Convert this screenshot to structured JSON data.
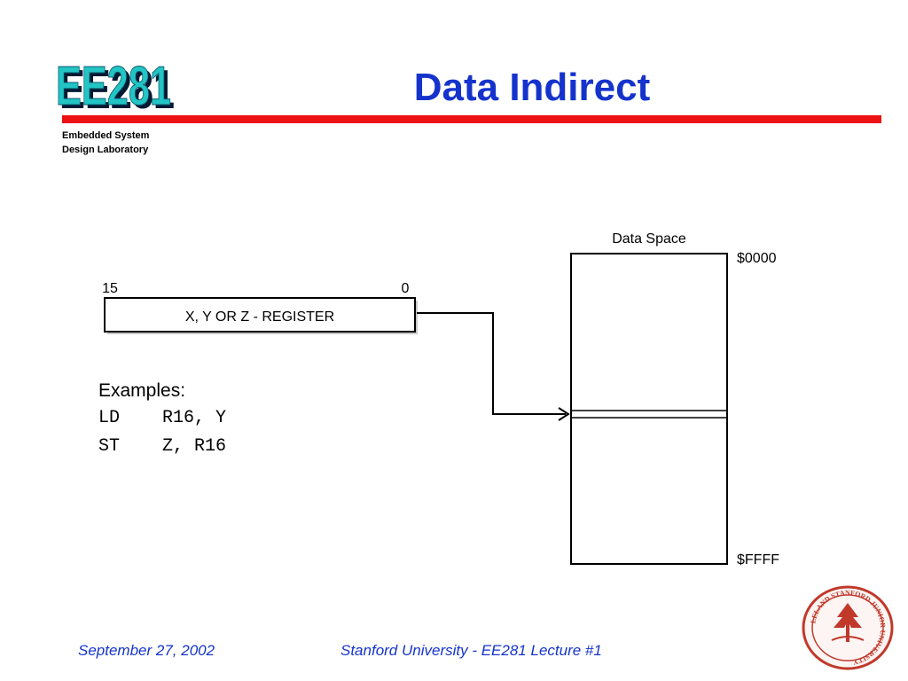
{
  "header": {
    "logo_text": "EE281",
    "lab_name_line1": "Embedded System",
    "lab_name_line2": "Design Laboratory",
    "title": "Data Indirect"
  },
  "diagram": {
    "register": {
      "high_bit": "15",
      "low_bit": "0",
      "label": "X, Y OR Z - REGISTER"
    },
    "data_space": {
      "label": "Data Space",
      "start_address": "$0000",
      "end_address": "$FFFF"
    }
  },
  "examples": {
    "heading": "Examples:",
    "lines": [
      "LD    R16, Y",
      "ST    Z, R16"
    ]
  },
  "footer": {
    "date": "September 27, 2002",
    "course": "Stanford University - EE281 Lecture #1"
  },
  "seal": {
    "text": "LELAND STANFORD JUNIOR UNIVERSITY"
  },
  "colors": {
    "title": "#1533cc",
    "rule": "#ee1111",
    "logo_fill": "#22c4c4",
    "seal": "#c0392b"
  }
}
